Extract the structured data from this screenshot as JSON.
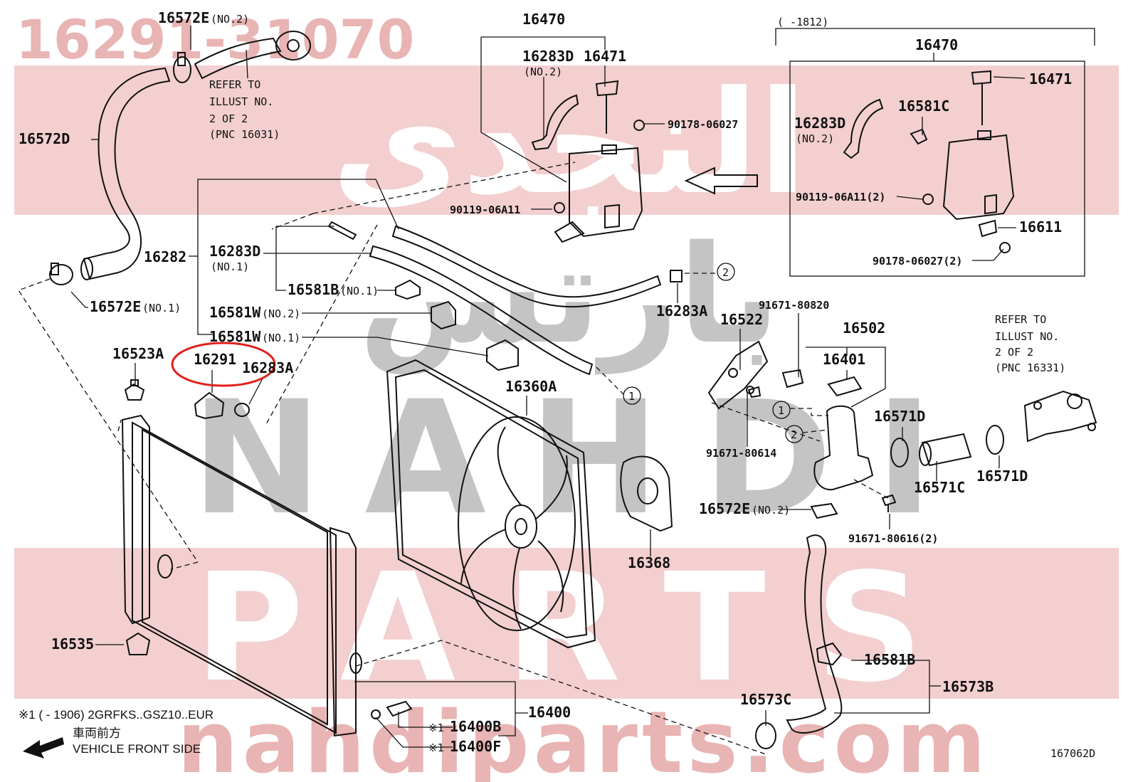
{
  "watermark": {
    "part_number": "16291-31070",
    "arabic_1": "النجدي",
    "arabic_2": "بارتس",
    "word_1": "NAHDI",
    "word_2": "PARTS",
    "site": "nahdiparts.com",
    "band_color": "#f3cfcf",
    "text_color": "#e9b4b4",
    "gray_color": "#c4c4c4"
  },
  "highlight_color": "#e0201c",
  "labels": {
    "l16572E_top": "16572E",
    "l16572E_top_sub": "(NO.2)",
    "refer1_a": "REFER TO",
    "refer1_b": "ILLUST NO.",
    "refer1_c": "2 OF 2",
    "refer1_d": "(PNC 16031)",
    "l16572D": "16572D",
    "l16572E_no1": "16572E",
    "l16572E_no1_sub": "(NO.1)",
    "l16282": "16282",
    "l16283D_no1": "16283D",
    "l16283D_no1_sub": "(NO.1)",
    "l16581B_no1": "16581B",
    "l16581B_no1_sub": "(NO.1)",
    "l16581W_no2": "16581W",
    "l16581W_no2_sub": "(NO.2)",
    "l16581W_no1": "16581W",
    "l16581W_no1_sub": "(NO.1)",
    "l16523A": "16523A",
    "l16291": "16291",
    "l16283A_left": "16283A",
    "l16470_mid": "16470",
    "l16283D_mid": "16283D",
    "l16283D_mid_sub": "(NO.2)",
    "l16471_mid": "16471",
    "l90178_mid": "90178-06027",
    "l90119_mid": "90119-06A11",
    "range_right": "(      -1812)",
    "l16470_right": "16470",
    "l16471_right": "16471",
    "l16283D_right": "16283D",
    "l16283D_right_sub": "(NO.2)",
    "l16581C": "16581C",
    "l90119_right": "90119-06A11(2)",
    "l16611": "16611",
    "l90178_right": "90178-06027(2)",
    "l16283A_right": "16283A",
    "l91671_80820": "91671-80820",
    "l16522": "16522",
    "l16502": "16502",
    "l16401": "16401",
    "refer2_a": "REFER TO",
    "refer2_b": "ILLUST NO.",
    "refer2_c": "2 OF 2",
    "refer2_d": "(PNC 16331)",
    "l16360A": "16360A",
    "l16571D_1": "16571D",
    "l91671_80614": "91671-80614",
    "l16571C": "16571C",
    "l16571D_2": "16571D",
    "l16572E_no2b": "16572E",
    "l16572E_no2b_sub": "(NO.2)",
    "l91671_80616": "91671-80616(2)",
    "l16368": "16368",
    "l16535": "16535",
    "l16581B_bottom": "16581B",
    "l16573B": "16573B",
    "l16573C": "16573C",
    "l16400": "16400",
    "l16400B": "16400B",
    "l16400F": "16400F",
    "mark1": "※1",
    "mark2": "※1",
    "circ1a": "1",
    "circ2a": "2",
    "circ1b": "1",
    "circ2b": "2",
    "footnote": "※1 (      - 1906) 2GRFKS..GSZ10..EUR",
    "front_jp": "車両前方",
    "front_en": "VEHICLE FRONT SIDE",
    "diagram_id": "167062D"
  }
}
